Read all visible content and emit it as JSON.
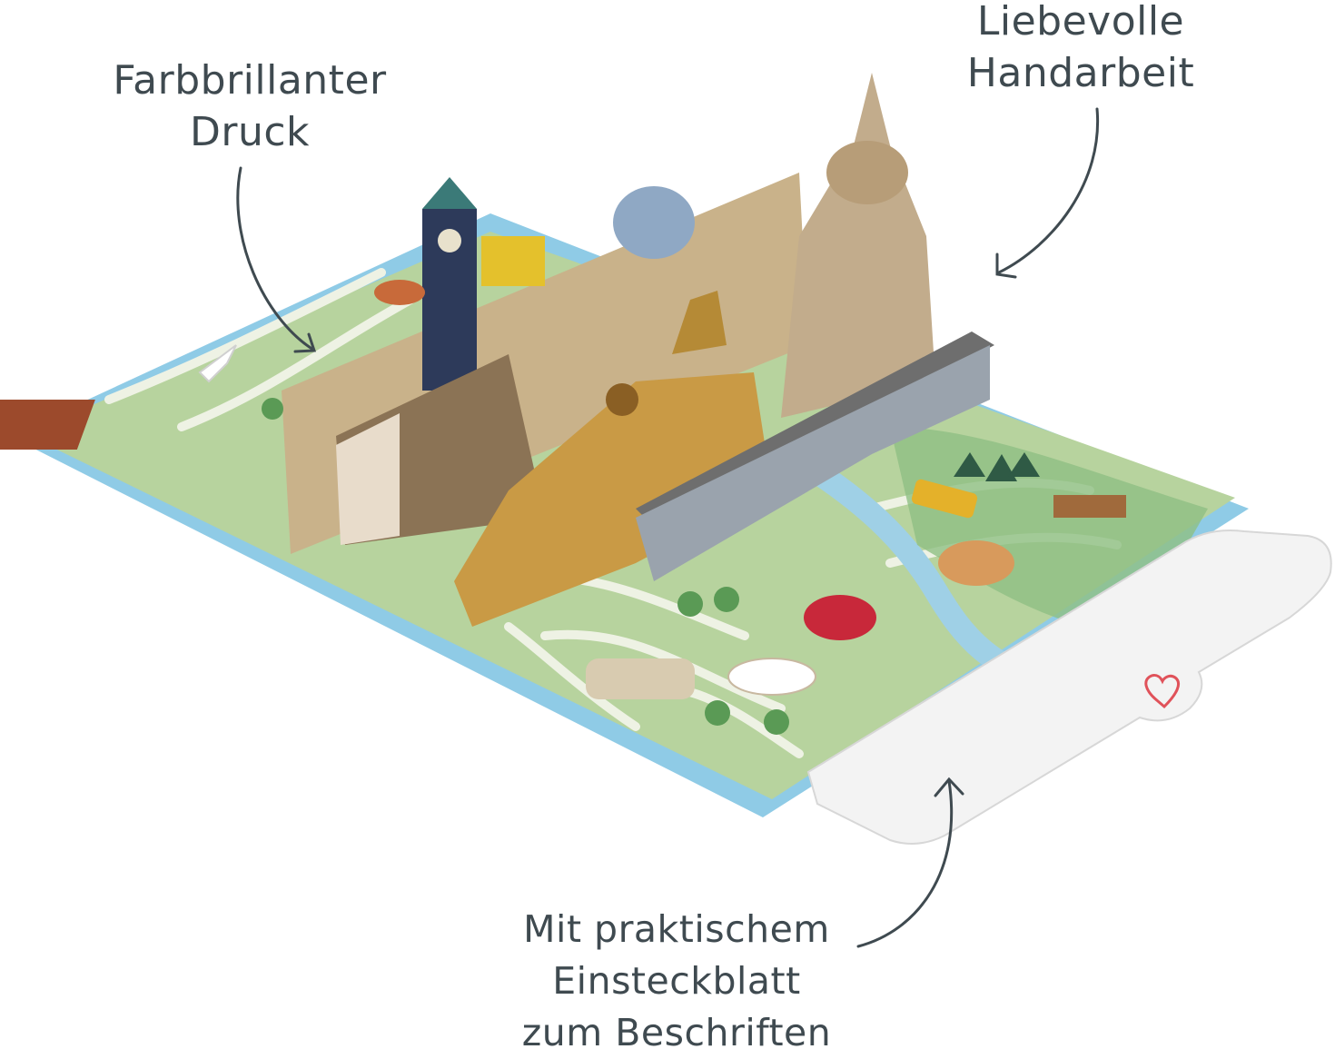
{
  "callouts": {
    "print": {
      "line1": "Farbbrillanter",
      "line2": "Druck"
    },
    "handmade": {
      "line1": "Liebevolle",
      "line2": "Handarbeit"
    },
    "insert": {
      "line1": "Mit praktischem",
      "line2": "Einsteckblatt",
      "line3": "zum Beschriften"
    }
  },
  "colors": {
    "text": "#3f4a50",
    "map_green": "#b9d4a0",
    "card_blue": "#8fcbe6",
    "insert_white": "#f3f3f3",
    "brand_heart": "#e0525a"
  },
  "icons": {
    "insert_logo": "heart-icon"
  }
}
